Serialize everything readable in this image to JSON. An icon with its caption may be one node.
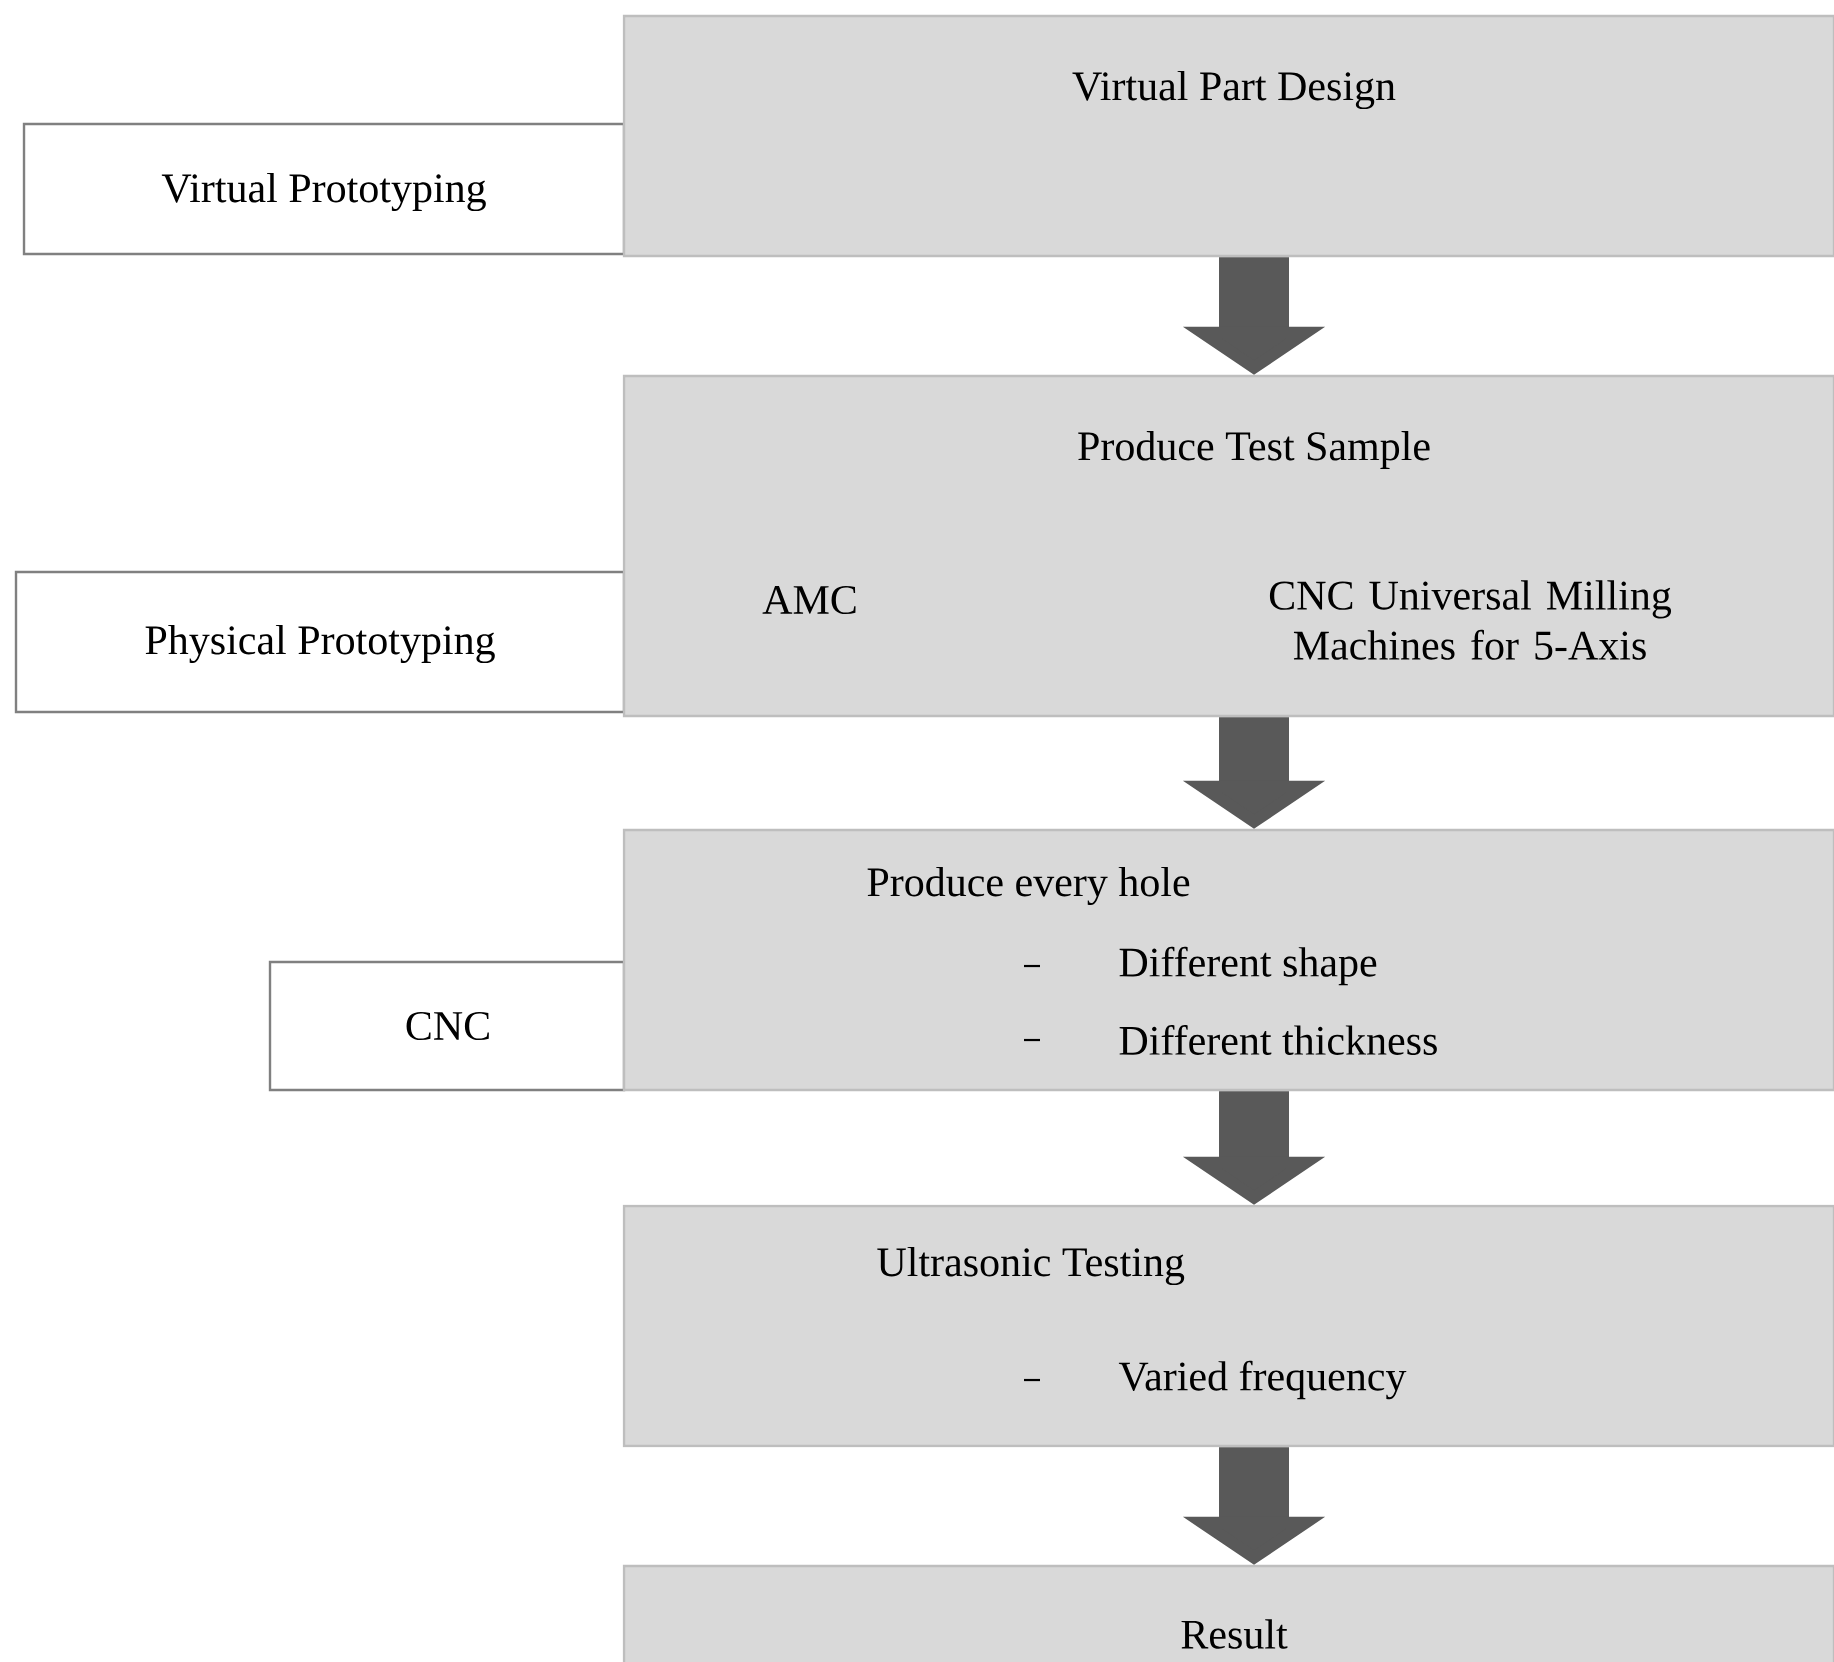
{
  "diagram": {
    "nodes": [
      {
        "text": [
          "Virtual Prototyping"
        ]
      },
      {
        "text": [
          "Virtual Part Design"
        ]
      },
      {
        "text": [
          "Physical Prototyping"
        ]
      },
      {
        "text": [
          "Produce Test Sample",
          "AMC",
          "CNC Universal Milling Machines for 5-Axis"
        ]
      },
      {
        "text": [
          "CNC"
        ]
      },
      {
        "text": [
          "Produce every hole",
          "Different shape",
          "Different thickness"
        ]
      },
      {
        "text": [
          "Ultrasonic Testing",
          "Varied frequency"
        ]
      },
      {
        "text": [
          "Result"
        ]
      }
    ],
    "edges": [
      {
        "from": 1,
        "to": 3,
        "arrow": "to"
      },
      {
        "from": 3,
        "to": 5,
        "arrow": "to"
      },
      {
        "from": 5,
        "to": 6,
        "arrow": "to"
      },
      {
        "from": 6,
        "to": 7,
        "arrow": "to"
      }
    ]
  }
}
